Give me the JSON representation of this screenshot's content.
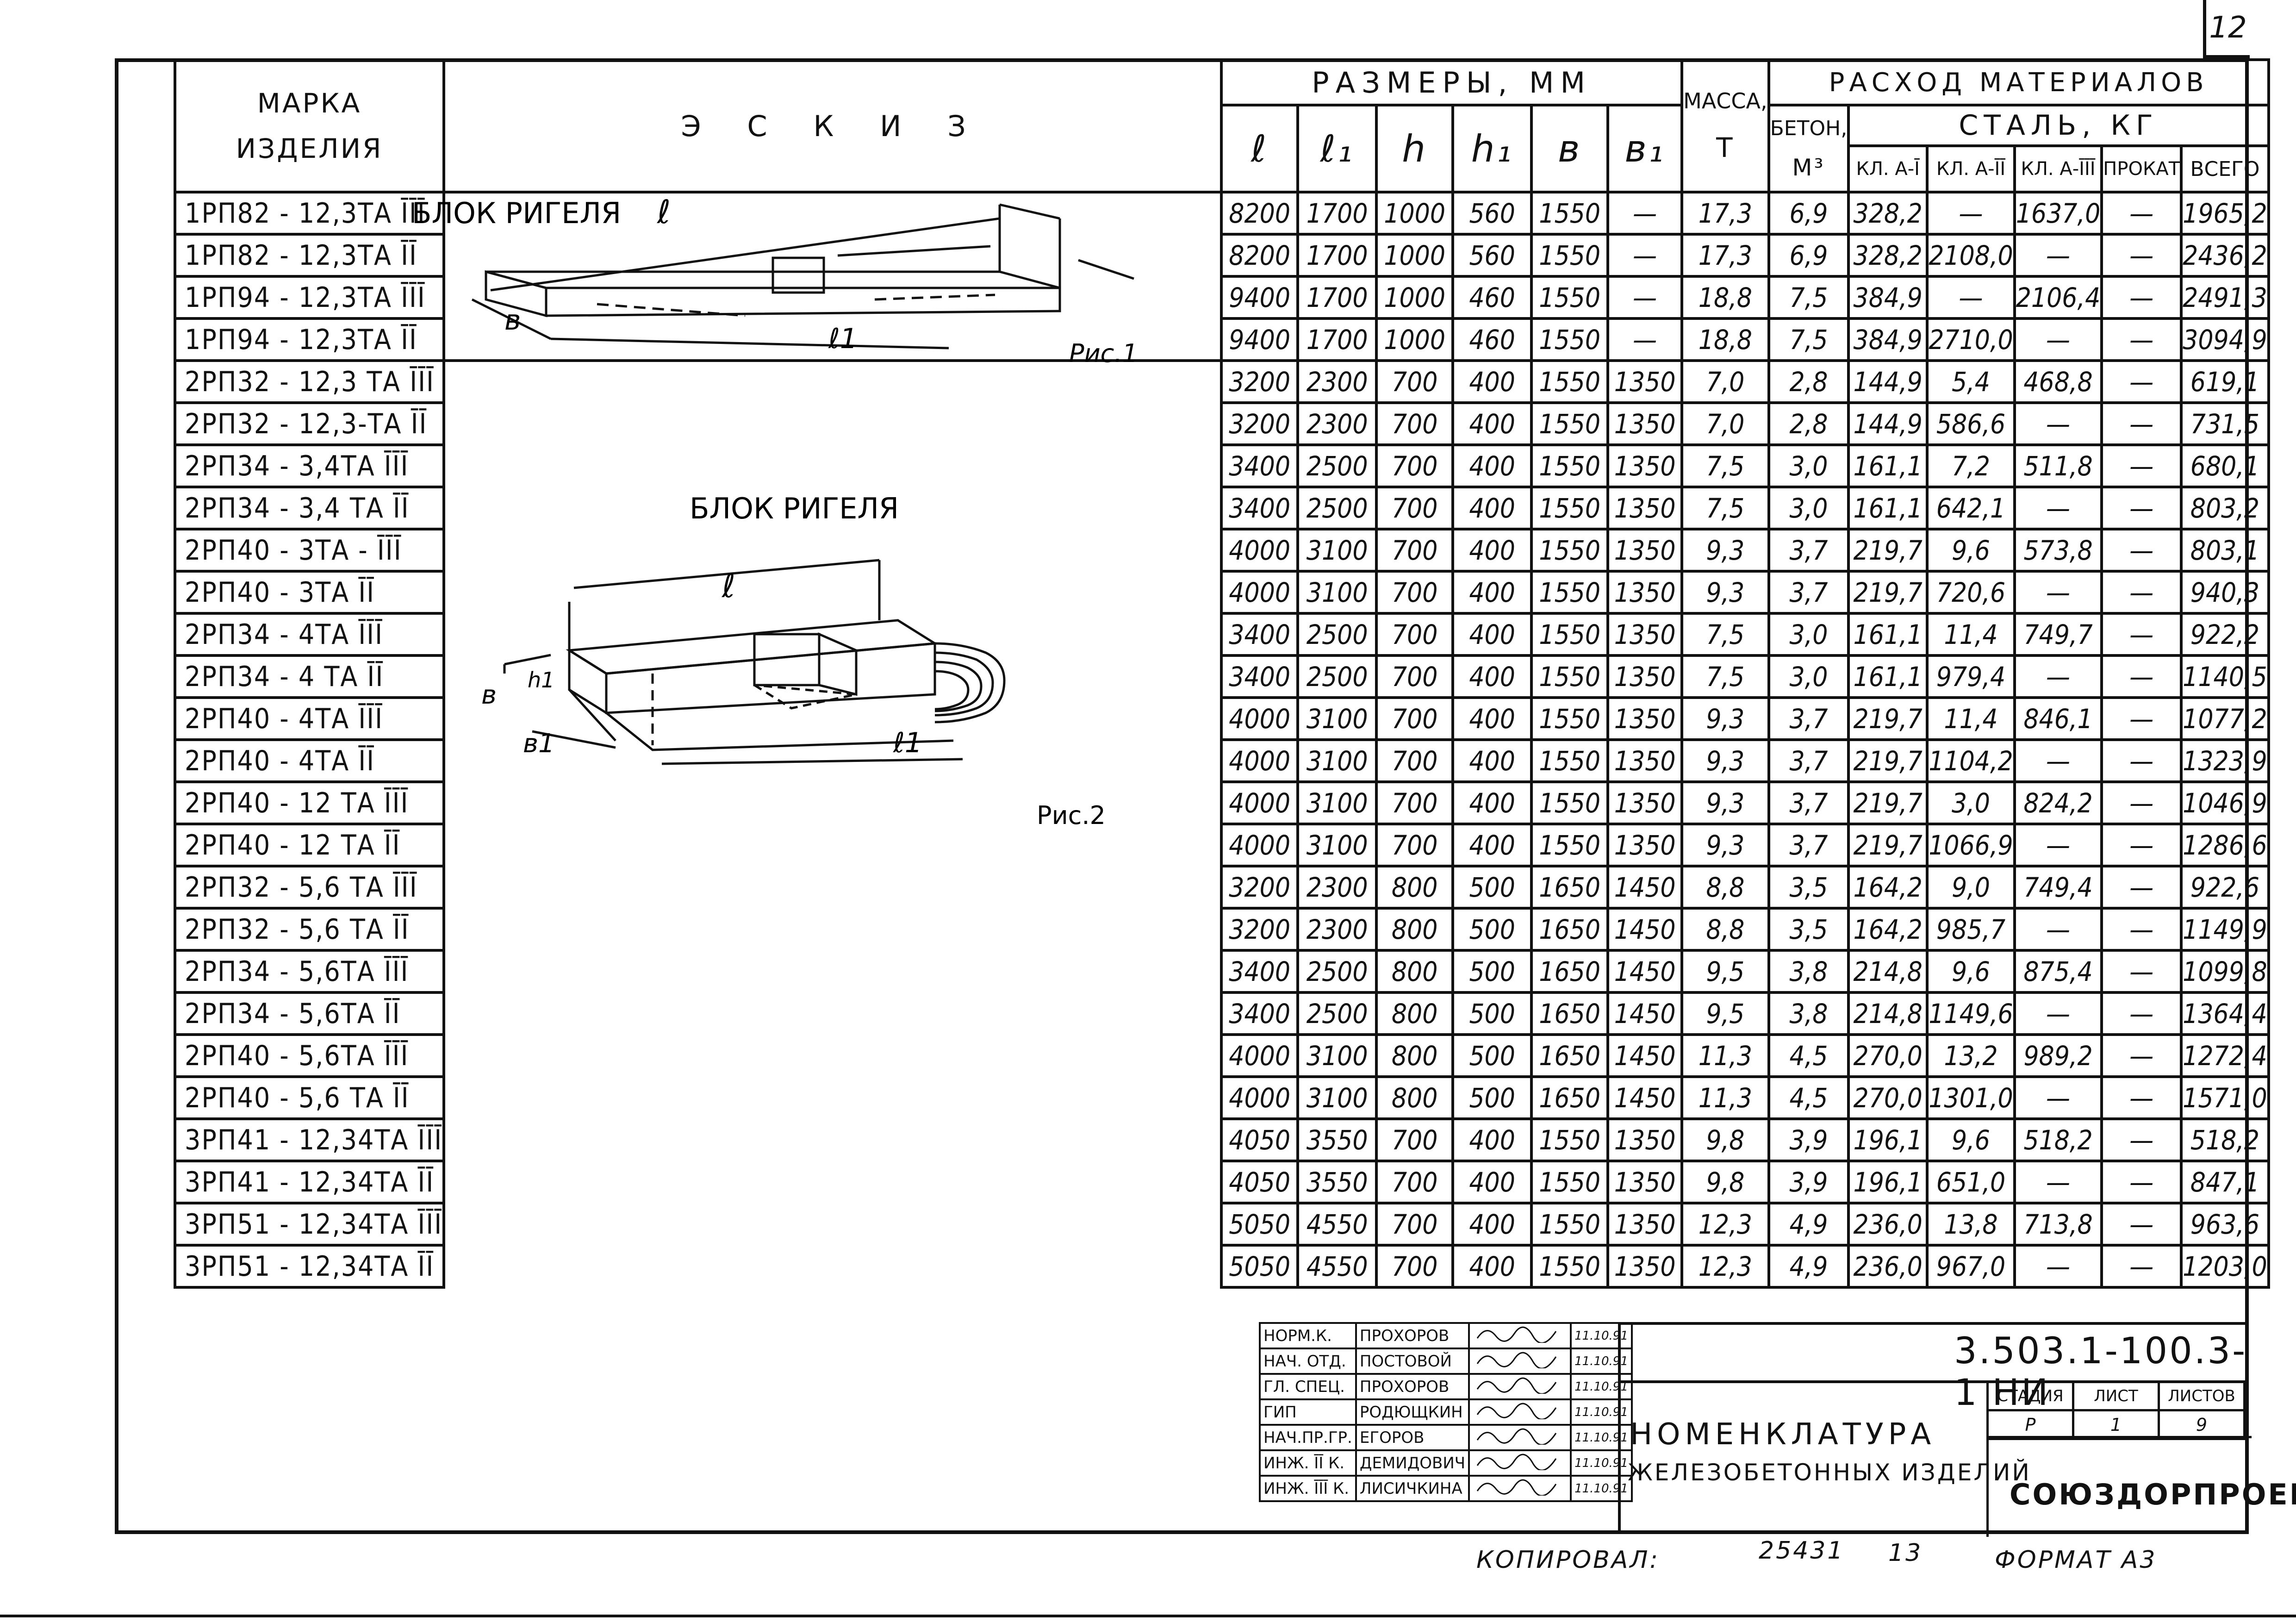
{
  "page_number": "12",
  "header": {
    "mark": "МАРКА ИЗДЕЛИЯ",
    "mark_line1": "МАРКА",
    "mark_line2": "ИЗДЕЛИЯ",
    "sketch": "Э С К И З",
    "sizes": "РАЗМЕРЫ, ММ",
    "mass": "МАССА,",
    "mass_unit": "Т",
    "consumption": "РАСХОД МАТЕРИАЛОВ",
    "concrete": "БЕТОН,",
    "concrete_unit": "М³",
    "steel": "СТАЛЬ, КГ",
    "dims": [
      "ℓ",
      "ℓ₁",
      "h",
      "h₁",
      "в",
      "в₁"
    ],
    "steel_cols": [
      "КЛ. А-Ī",
      "КЛ. А-ĪĪ",
      "КЛ. А-ĪĪĪ",
      "ПРОКАТ",
      "ВСЕГО"
    ]
  },
  "sketch1": {
    "title": "БЛОК РИГЕЛЯ",
    "caption": "Рис.1",
    "l": "ℓ",
    "l1": "ℓ1",
    "b": "в"
  },
  "sketch2": {
    "title": "БЛОК РИГЕЛЯ",
    "caption": "Рис.2",
    "l": "ℓ",
    "l1": "ℓ1",
    "b": "в",
    "b1": "в1",
    "h1": "h1"
  },
  "rows": [
    {
      "mark": "1РП82 - 12,3ТА ĪĪĪ",
      "l": "8200",
      "l1": "1700",
      "h": "1000",
      "h1": "560",
      "b": "1550",
      "b1": "—",
      "mass": "17,3",
      "concrete": "6,9",
      "a1": "328,2",
      "a2": "—",
      "a3": "1637,0",
      "rolled": "—",
      "total": "1965,2"
    },
    {
      "mark": "1РП82 - 12,3ТА ĪĪ",
      "l": "8200",
      "l1": "1700",
      "h": "1000",
      "h1": "560",
      "b": "1550",
      "b1": "—",
      "mass": "17,3",
      "concrete": "6,9",
      "a1": "328,2",
      "a2": "2108,0",
      "a3": "—",
      "rolled": "—",
      "total": "2436,2"
    },
    {
      "mark": "1РП94 - 12,3ТА ĪĪĪ",
      "l": "9400",
      "l1": "1700",
      "h": "1000",
      "h1": "460",
      "b": "1550",
      "b1": "—",
      "mass": "18,8",
      "concrete": "7,5",
      "a1": "384,9",
      "a2": "—",
      "a3": "2106,4",
      "rolled": "—",
      "total": "2491,3"
    },
    {
      "mark": "1РП94 - 12,3ТА ĪĪ",
      "l": "9400",
      "l1": "1700",
      "h": "1000",
      "h1": "460",
      "b": "1550",
      "b1": "—",
      "mass": "18,8",
      "concrete": "7,5",
      "a1": "384,9",
      "a2": "2710,0",
      "a3": "—",
      "rolled": "—",
      "total": "3094,9"
    },
    {
      "mark": "2РП32 - 12,3 ТА ĪĪĪ",
      "l": "3200",
      "l1": "2300",
      "h": "700",
      "h1": "400",
      "b": "1550",
      "b1": "1350",
      "mass": "7,0",
      "concrete": "2,8",
      "a1": "144,9",
      "a2": "5,4",
      "a3": "468,8",
      "rolled": "—",
      "total": "619,1"
    },
    {
      "mark": "2РП32 - 12,3-ТА ĪĪ",
      "l": "3200",
      "l1": "2300",
      "h": "700",
      "h1": "400",
      "b": "1550",
      "b1": "1350",
      "mass": "7,0",
      "concrete": "2,8",
      "a1": "144,9",
      "a2": "586,6",
      "a3": "—",
      "rolled": "—",
      "total": "731,5"
    },
    {
      "mark": "2РП34 - 3,4ТА ĪĪĪ",
      "l": "3400",
      "l1": "2500",
      "h": "700",
      "h1": "400",
      "b": "1550",
      "b1": "1350",
      "mass": "7,5",
      "concrete": "3,0",
      "a1": "161,1",
      "a2": "7,2",
      "a3": "511,8",
      "rolled": "—",
      "total": "680,1"
    },
    {
      "mark": "2РП34 - 3,4 ТА ĪĪ",
      "l": "3400",
      "l1": "2500",
      "h": "700",
      "h1": "400",
      "b": "1550",
      "b1": "1350",
      "mass": "7,5",
      "concrete": "3,0",
      "a1": "161,1",
      "a2": "642,1",
      "a3": "—",
      "rolled": "—",
      "total": "803,2"
    },
    {
      "mark": "2РП40 - 3ТА - ĪĪĪ",
      "l": "4000",
      "l1": "3100",
      "h": "700",
      "h1": "400",
      "b": "1550",
      "b1": "1350",
      "mass": "9,3",
      "concrete": "3,7",
      "a1": "219,7",
      "a2": "9,6",
      "a3": "573,8",
      "rolled": "—",
      "total": "803,1"
    },
    {
      "mark": "2РП40 - 3ТА ĪĪ",
      "l": "4000",
      "l1": "3100",
      "h": "700",
      "h1": "400",
      "b": "1550",
      "b1": "1350",
      "mass": "9,3",
      "concrete": "3,7",
      "a1": "219,7",
      "a2": "720,6",
      "a3": "—",
      "rolled": "—",
      "total": "940,3"
    },
    {
      "mark": "2РП34 - 4ТА ĪĪĪ",
      "l": "3400",
      "l1": "2500",
      "h": "700",
      "h1": "400",
      "b": "1550",
      "b1": "1350",
      "mass": "7,5",
      "concrete": "3,0",
      "a1": "161,1",
      "a2": "11,4",
      "a3": "749,7",
      "rolled": "—",
      "total": "922,2"
    },
    {
      "mark": "2РП34 - 4 ТА ĪĪ",
      "l": "3400",
      "l1": "2500",
      "h": "700",
      "h1": "400",
      "b": "1550",
      "b1": "1350",
      "mass": "7,5",
      "concrete": "3,0",
      "a1": "161,1",
      "a2": "979,4",
      "a3": "—",
      "rolled": "—",
      "total": "1140,5"
    },
    {
      "mark": "2РП40 - 4ТА ĪĪĪ",
      "l": "4000",
      "l1": "3100",
      "h": "700",
      "h1": "400",
      "b": "1550",
      "b1": "1350",
      "mass": "9,3",
      "concrete": "3,7",
      "a1": "219,7",
      "a2": "11,4",
      "a3": "846,1",
      "rolled": "—",
      "total": "1077,2"
    },
    {
      "mark": "2РП40 - 4ТА ĪĪ",
      "l": "4000",
      "l1": "3100",
      "h": "700",
      "h1": "400",
      "b": "1550",
      "b1": "1350",
      "mass": "9,3",
      "concrete": "3,7",
      "a1": "219,7",
      "a2": "1104,2",
      "a3": "—",
      "rolled": "—",
      "total": "1323,9"
    },
    {
      "mark": "2РП40 - 12 ТА ĪĪĪ",
      "l": "4000",
      "l1": "3100",
      "h": "700",
      "h1": "400",
      "b": "1550",
      "b1": "1350",
      "mass": "9,3",
      "concrete": "3,7",
      "a1": "219,7",
      "a2": "3,0",
      "a3": "824,2",
      "rolled": "—",
      "total": "1046,9"
    },
    {
      "mark": "2РП40 - 12 ТА ĪĪ",
      "l": "4000",
      "l1": "3100",
      "h": "700",
      "h1": "400",
      "b": "1550",
      "b1": "1350",
      "mass": "9,3",
      "concrete": "3,7",
      "a1": "219,7",
      "a2": "1066,9",
      "a3": "—",
      "rolled": "—",
      "total": "1286,6"
    },
    {
      "mark": "2РП32 - 5,6 ТА ĪĪĪ",
      "l": "3200",
      "l1": "2300",
      "h": "800",
      "h1": "500",
      "b": "1650",
      "b1": "1450",
      "mass": "8,8",
      "concrete": "3,5",
      "a1": "164,2",
      "a2": "9,0",
      "a3": "749,4",
      "rolled": "—",
      "total": "922,6"
    },
    {
      "mark": "2РП32 - 5,6 ТА ĪĪ",
      "l": "3200",
      "l1": "2300",
      "h": "800",
      "h1": "500",
      "b": "1650",
      "b1": "1450",
      "mass": "8,8",
      "concrete": "3,5",
      "a1": "164,2",
      "a2": "985,7",
      "a3": "—",
      "rolled": "—",
      "total": "1149,9"
    },
    {
      "mark": "2РП34 - 5,6ТА ĪĪĪ",
      "l": "3400",
      "l1": "2500",
      "h": "800",
      "h1": "500",
      "b": "1650",
      "b1": "1450",
      "mass": "9,5",
      "concrete": "3,8",
      "a1": "214,8",
      "a2": "9,6",
      "a3": "875,4",
      "rolled": "—",
      "total": "1099,8"
    },
    {
      "mark": "2РП34 - 5,6ТА ĪĪ",
      "l": "3400",
      "l1": "2500",
      "h": "800",
      "h1": "500",
      "b": "1650",
      "b1": "1450",
      "mass": "9,5",
      "concrete": "3,8",
      "a1": "214,8",
      "a2": "1149,6",
      "a3": "—",
      "rolled": "—",
      "total": "1364,4"
    },
    {
      "mark": "2РП40 - 5,6ТА ĪĪĪ",
      "l": "4000",
      "l1": "3100",
      "h": "800",
      "h1": "500",
      "b": "1650",
      "b1": "1450",
      "mass": "11,3",
      "concrete": "4,5",
      "a1": "270,0",
      "a2": "13,2",
      "a3": "989,2",
      "rolled": "—",
      "total": "1272,4"
    },
    {
      "mark": "2РП40 - 5,6 ТА ĪĪ",
      "l": "4000",
      "l1": "3100",
      "h": "800",
      "h1": "500",
      "b": "1650",
      "b1": "1450",
      "mass": "11,3",
      "concrete": "4,5",
      "a1": "270,0",
      "a2": "1301,0",
      "a3": "—",
      "rolled": "—",
      "total": "1571,0"
    },
    {
      "mark": "3РП41 - 12,34ТА ĪĪĪ",
      "l": "4050",
      "l1": "3550",
      "h": "700",
      "h1": "400",
      "b": "1550",
      "b1": "1350",
      "mass": "9,8",
      "concrete": "3,9",
      "a1": "196,1",
      "a2": "9,6",
      "a3": "518,2",
      "rolled": "—",
      "total": "518,2"
    },
    {
      "mark": "3РП41 - 12,34ТА ĪĪ",
      "l": "4050",
      "l1": "3550",
      "h": "700",
      "h1": "400",
      "b": "1550",
      "b1": "1350",
      "mass": "9,8",
      "concrete": "3,9",
      "a1": "196,1",
      "a2": "651,0",
      "a3": "—",
      "rolled": "—",
      "total": "847,1"
    },
    {
      "mark": "3РП51 - 12,34ТА ĪĪĪ",
      "l": "5050",
      "l1": "4550",
      "h": "700",
      "h1": "400",
      "b": "1550",
      "b1": "1350",
      "mass": "12,3",
      "concrete": "4,9",
      "a1": "236,0",
      "a2": "13,8",
      "a3": "713,8",
      "rolled": "—",
      "total": "963,6"
    },
    {
      "mark": "3РП51 - 12,34ТА ĪĪ",
      "l": "5050",
      "l1": "4550",
      "h": "700",
      "h1": "400",
      "b": "1550",
      "b1": "1350",
      "mass": "12,3",
      "concrete": "4,9",
      "a1": "236,0",
      "a2": "967,0",
      "a3": "—",
      "rolled": "—",
      "total": "1203,0"
    }
  ],
  "stamp": {
    "signers": [
      {
        "role": "НОРМ.К.",
        "name": "ПРОХОРОВ",
        "date": "11.10.91"
      },
      {
        "role": "НАЧ. ОТД.",
        "name": "ПОСТОВОЙ",
        "date": "11.10.91"
      },
      {
        "role": "ГЛ. СПЕЦ.",
        "name": "ПРОХОРОВ",
        "date": "11.10.91"
      },
      {
        "role": "ГИП",
        "name": "РОДЮЩКИН",
        "date": "11.10.91"
      },
      {
        "role": "НАЧ.ПР.ГР.",
        "name": "ЕГОРОВ",
        "date": "11.10.91"
      },
      {
        "role": "ИНЖ. ĪĪ К.",
        "name": "ДЕМИДОВИЧ",
        "date": "11.10.91"
      },
      {
        "role": "ИНЖ. ĪĪĪ К.",
        "name": "ЛИСИЧКИНА",
        "date": "11.10.91"
      }
    ],
    "doc_code": "3.503.1-100.3-1 НИ",
    "title_line1": "НОМЕНКЛАТУРА",
    "title_line2": "ЖЕЛЕЗОБЕТОННЫХ ИЗДЕЛИЙ",
    "stage_label": "СТАДИЯ",
    "sheet_label": "ЛИСТ",
    "sheets_label": "ЛИСТОВ",
    "stage": "Р",
    "sheet": "1",
    "sheets": "9",
    "org": "СОЮЗДОРПРОЕКТ"
  },
  "footer": {
    "copied": "КОПИРОВАЛ:",
    "order": "25431",
    "num": "13",
    "format": "ФОРМАТ А3"
  }
}
